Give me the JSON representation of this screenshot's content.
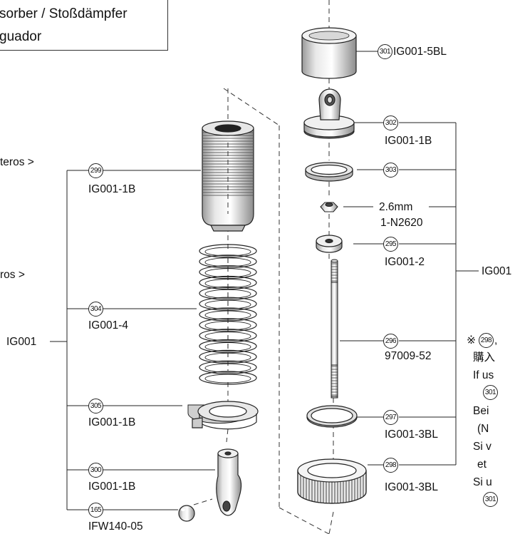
{
  "title": {
    "line1": "sorber / Stoßdämpfer",
    "line2": "guador"
  },
  "left_side": {
    "frag_teros": "teros >",
    "frag_ros": "ros >",
    "group_label": "IG001"
  },
  "right_side": {
    "group_label": "IG001"
  },
  "parts": [
    {
      "num": "301",
      "code": "IG001-5BL"
    },
    {
      "num": "302",
      "code": "IG001-1B"
    },
    {
      "num": "303",
      "code": ""
    },
    {
      "num": "",
      "code": "2.6mm",
      "code2": "1-N2620"
    },
    {
      "num": "295",
      "code": "IG001-2"
    },
    {
      "num": "296",
      "code": "97009-52"
    },
    {
      "num": "297",
      "code": "IG001-3BL"
    },
    {
      "num": "298",
      "code": "IG001-3BL"
    },
    {
      "num": "299",
      "code": "IG001-1B"
    },
    {
      "num": "304",
      "code": "IG001-4"
    },
    {
      "num": "305",
      "code": "IG001-1B"
    },
    {
      "num": "300",
      "code": "IG001-1B"
    },
    {
      "num": "165",
      "code": "IFW140-05"
    }
  ],
  "note": {
    "line1_prefix": "※",
    "line1_num": "298",
    "line1_rest": ",",
    "line2": "購入",
    "line3": "If us",
    "line4_num": "301",
    "line5": "Bei",
    "line6": "(N",
    "line7": "Si v",
    "line8": "et",
    "line9": "Si u",
    "line10_num": "301"
  }
}
